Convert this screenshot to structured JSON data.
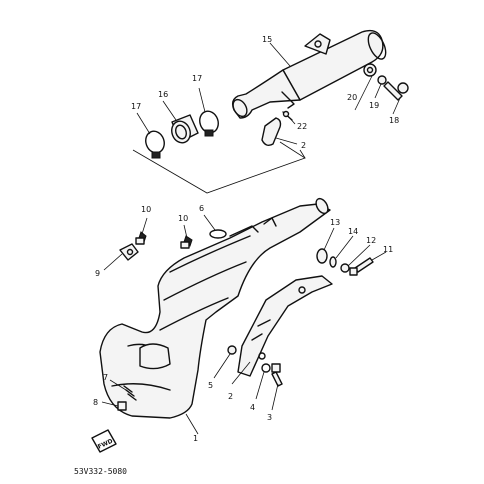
{
  "diagram": {
    "drawing_code": "53V332-5080",
    "direction_badge": "FWD",
    "callouts": [
      {
        "id": "c1",
        "label": "1"
      },
      {
        "id": "c2",
        "label": "2"
      },
      {
        "id": "c2b",
        "label": "2"
      },
      {
        "id": "c3",
        "label": "3"
      },
      {
        "id": "c4",
        "label": "4"
      },
      {
        "id": "c5",
        "label": "5"
      },
      {
        "id": "c6",
        "label": "6"
      },
      {
        "id": "c7",
        "label": "7"
      },
      {
        "id": "c8",
        "label": "8"
      },
      {
        "id": "c9",
        "label": "9"
      },
      {
        "id": "c10a",
        "label": "10"
      },
      {
        "id": "c10b",
        "label": "10"
      },
      {
        "id": "c11",
        "label": "11"
      },
      {
        "id": "c12",
        "label": "12"
      },
      {
        "id": "c13",
        "label": "13"
      },
      {
        "id": "c14",
        "label": "14"
      },
      {
        "id": "c15",
        "label": "15"
      },
      {
        "id": "c16",
        "label": "16"
      },
      {
        "id": "c17a",
        "label": "17"
      },
      {
        "id": "c17b",
        "label": "17"
      },
      {
        "id": "c18",
        "label": "18"
      },
      {
        "id": "c19",
        "label": "19"
      },
      {
        "id": "c20",
        "label": "20"
      },
      {
        "id": "c22",
        "label": "22"
      }
    ]
  }
}
